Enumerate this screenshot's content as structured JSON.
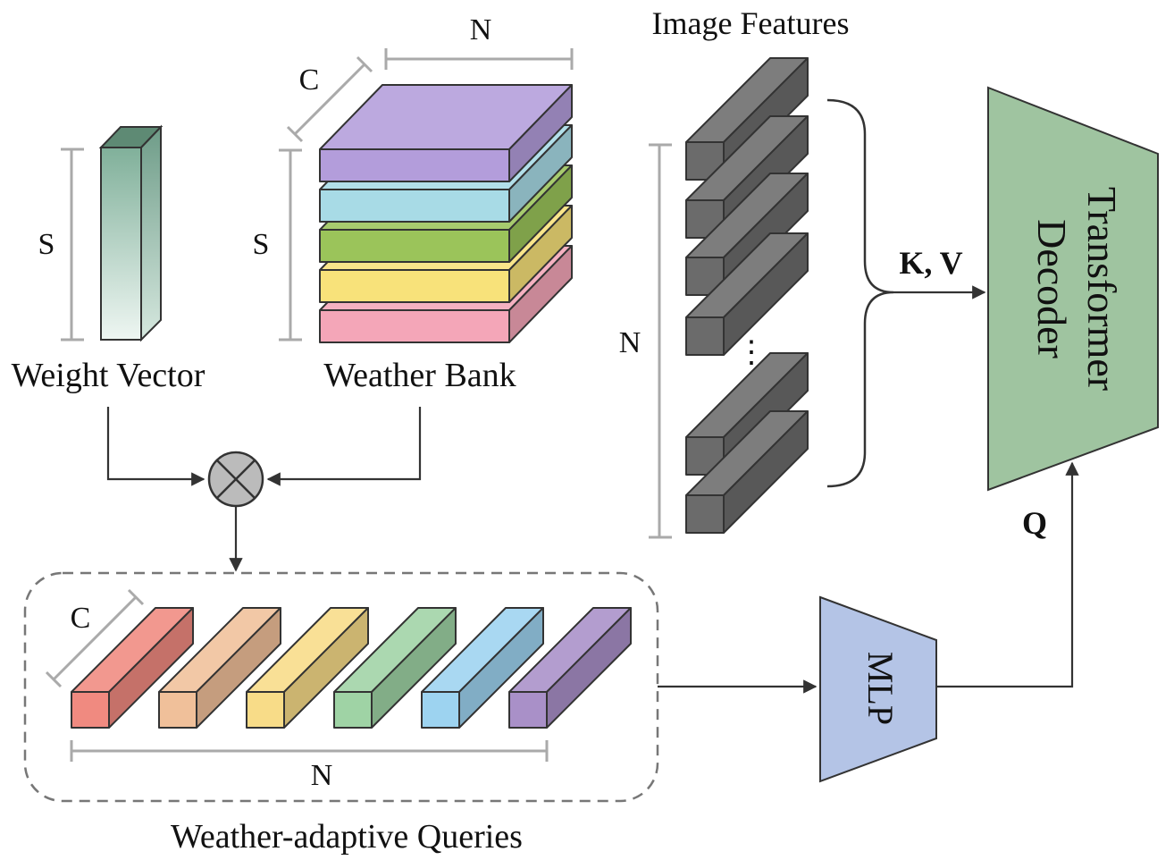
{
  "labels": {
    "weight_vector": "Weight Vector",
    "weather_bank": "Weather Bank",
    "image_features": "Image Features",
    "weather_adaptive_queries": "Weather-adaptive Queries",
    "kv": "K, V",
    "q": "Q",
    "mlp": "MLP",
    "transformer": "Transformer",
    "decoder": "Decoder",
    "dim_s_vector": "S",
    "dim_s_bank": "S",
    "dim_c_bank": "C",
    "dim_n_bank": "N",
    "dim_n_features": "N",
    "dim_c_queries": "C",
    "dim_n_queries": "N",
    "ellipsis": "⋮"
  },
  "colors": {
    "bank_layers_top_to_bottom": [
      "#b39ddb",
      "#a8dbe6",
      "#9bc45a",
      "#f8e27a",
      "#f4a6b8"
    ],
    "query_bars": [
      "#f08a80",
      "#f0c09a",
      "#f8dc88",
      "#9fd3a5",
      "#9dd3f0",
      "#a990c8"
    ],
    "feature_bar": "#6b6b6b",
    "decoder": "#9fc4a0",
    "mlp": "#b4c4e6",
    "weight_vector": "#7fae9a"
  }
}
